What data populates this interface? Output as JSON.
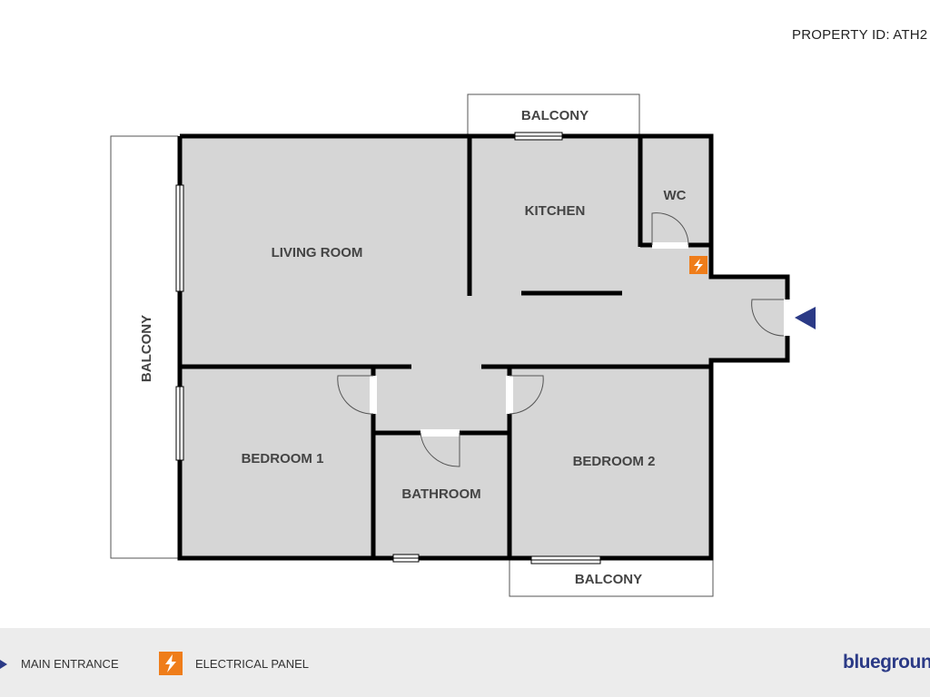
{
  "header": {
    "property_id": "PROPERTY ID: ATH2"
  },
  "rooms": {
    "living_room": "LIVING ROOM",
    "kitchen": "KITCHEN",
    "wc": "WC",
    "bedroom_1": "BEDROOM 1",
    "bedroom_2": "BEDROOM 2",
    "bathroom": "BATHROOM",
    "balcony_top": "BALCONY",
    "balcony_left": "BALCONY",
    "balcony_bottom": "BALCONY"
  },
  "legend": {
    "main_entrance": "MAIN ENTRANCE",
    "electrical_panel": "ELECTRICAL PANEL",
    "brand": "bluegroun"
  },
  "colors": {
    "floor": "#d6d6d6",
    "wall": "#000000",
    "entrance_marker": "#2b3a86",
    "electrical_panel": "#ef7d1a",
    "legend_bg": "#ececec"
  }
}
